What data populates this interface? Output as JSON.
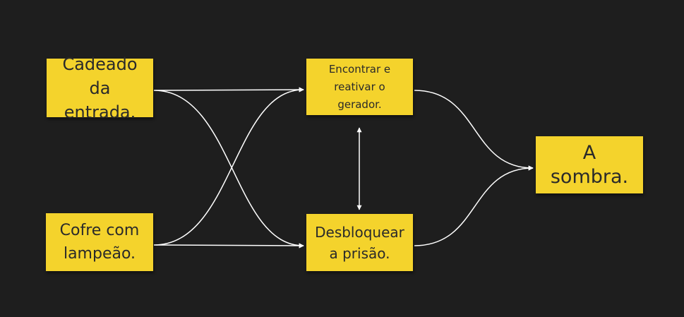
{
  "notes": {
    "cadeado": "Cadeado da entrada.",
    "cofre": "Cofre com lampeão.",
    "gerador": "Encontrar e reativar o gerador.",
    "prisao": "Desbloquear a prisão.",
    "sombra": "A sombra."
  },
  "colors": {
    "background": "#1e1e1e",
    "sticky_note": "#f4d32c",
    "connector": "#ffffff"
  }
}
